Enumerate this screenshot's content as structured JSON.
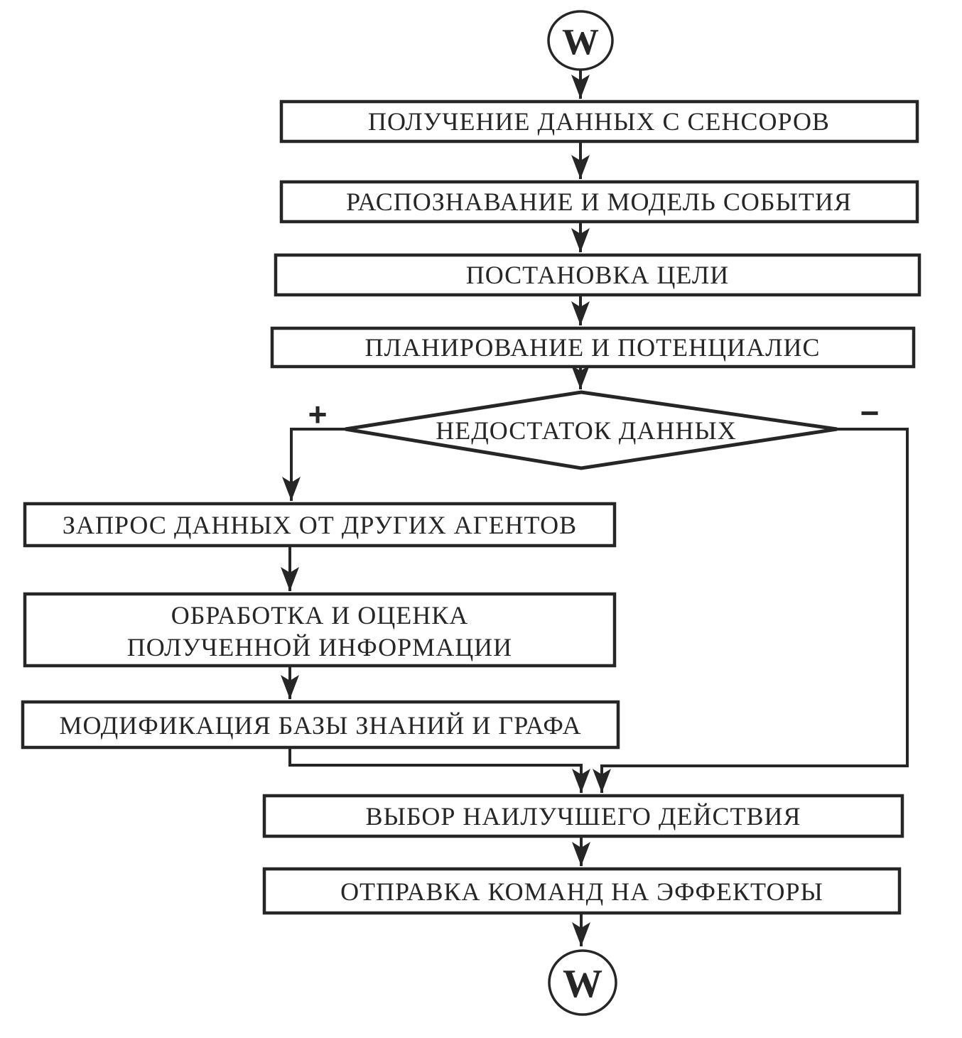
{
  "page": {
    "background_color": "#ffffff"
  },
  "flowchart": {
    "ink_color": "#262626",
    "start_terminal": {
      "label": "W"
    },
    "end_terminal": {
      "label": "W"
    },
    "nodes": [
      {
        "id": "sensor-data",
        "label": "ПОЛУЧЕНИЕ ДАННЫХ С СЕНСОРОВ"
      },
      {
        "id": "recognition",
        "label": "РАСПОЗНАВАНИЕ И МОДЕЛЬ СОБЫТИЯ"
      },
      {
        "id": "goal-setting",
        "label": "ПОСТАНОВКА ЦЕЛИ"
      },
      {
        "id": "planning",
        "label": "ПЛАНИРОВАНИЕ И ПОТЕНЦИАЛИС"
      },
      {
        "id": "request-data",
        "label": "ЗАПРОС ДАННЫХ ОТ ДРУГИХ АГЕНТОВ"
      },
      {
        "id": "process-info",
        "line1": "ОБРАБОТКА И ОЦЕНКА",
        "line2": "ПОЛУЧЕННОЙ ИНФОРМАЦИИ"
      },
      {
        "id": "modify-knowledge",
        "label": "МОДИФИКАЦИЯ БАЗЫ ЗНАНИЙ И ГРАФА"
      },
      {
        "id": "choose-action",
        "label": "ВЫБОР НАИЛУЧШЕГО ДЕЙСТВИЯ"
      },
      {
        "id": "send-commands",
        "label": "ОТПРАВКА КОМАНД НА ЭФФЕКТОРЫ"
      }
    ],
    "decision": {
      "label": "НЕДОСТАТОК ДАННЫХ",
      "positive_branch": "+",
      "negative_branch": "−"
    }
  }
}
